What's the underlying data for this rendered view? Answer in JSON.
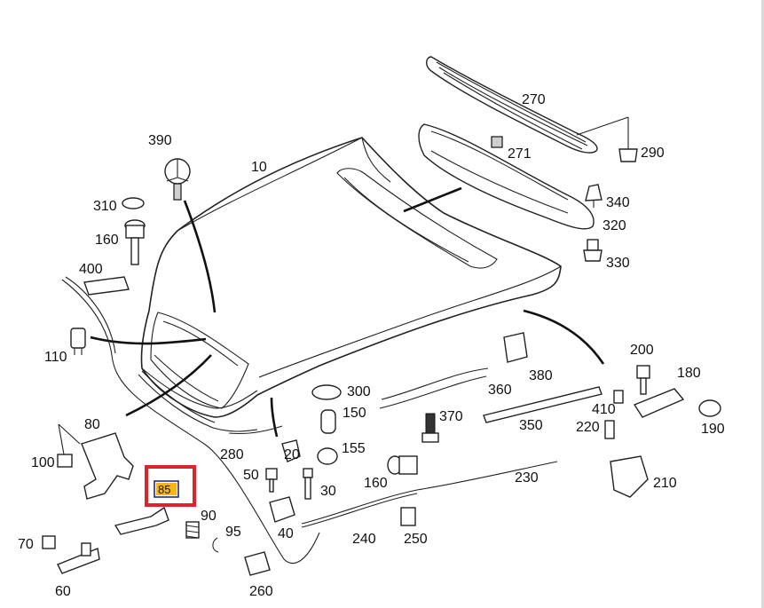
{
  "diagram": {
    "part_labels": [
      "10",
      "20",
      "30",
      "40",
      "50",
      "60",
      "70",
      "80",
      "85",
      "90",
      "95",
      "100",
      "110",
      "150",
      "155",
      "160",
      "160",
      "180",
      "190",
      "200",
      "210",
      "220",
      "230",
      "240",
      "250",
      "260",
      "270",
      "271",
      "280",
      "290",
      "300",
      "310",
      "320",
      "330",
      "340",
      "350",
      "360",
      "370",
      "380",
      "390",
      "400",
      "410"
    ],
    "highlight": {
      "label": "85",
      "box_color": "#d9262c",
      "fill_color": "#f2b51f",
      "text_box_color": "#1e2a8a"
    }
  }
}
